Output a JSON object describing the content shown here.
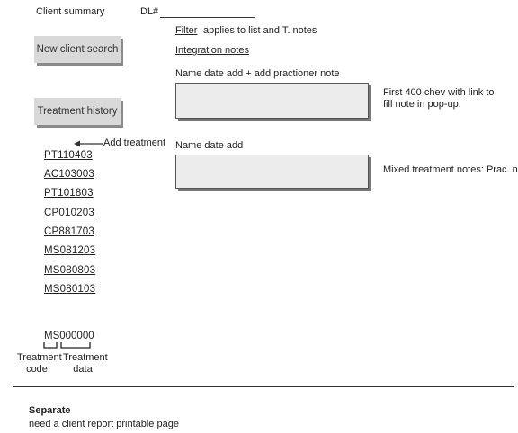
{
  "header": {
    "title": "Client summary",
    "dl_label": "DL#"
  },
  "filter": {
    "label": "Filter",
    "note": "applies to list and T. notes"
  },
  "integration_notes": "Integration notes",
  "buttons": {
    "new_client_search": "New client search",
    "treatment_history": "Treatment history"
  },
  "add_treatment": "Add treatment",
  "treatments": [
    "PT110403",
    "AC103003",
    "PT101803",
    "CP010203",
    "CP881703",
    "MS081203",
    "MS080803",
    "MS080103"
  ],
  "code_example": {
    "code": "MS000000",
    "code_label_1": "Treatment",
    "code_label_2": "code",
    "data_label_1": "Treatment",
    "data_label_2": "data"
  },
  "note_box_1": {
    "header": "Name date add  + add practioner note",
    "annotation_1": "First 400 chev with link to",
    "annotation_2": "fill note in pop-up."
  },
  "note_box_2": {
    "header": "Name date add",
    "annotation": "Mixed treatment notes: Prac. notes"
  },
  "footer": {
    "title": "Separate",
    "text": "need a client report printable page"
  }
}
